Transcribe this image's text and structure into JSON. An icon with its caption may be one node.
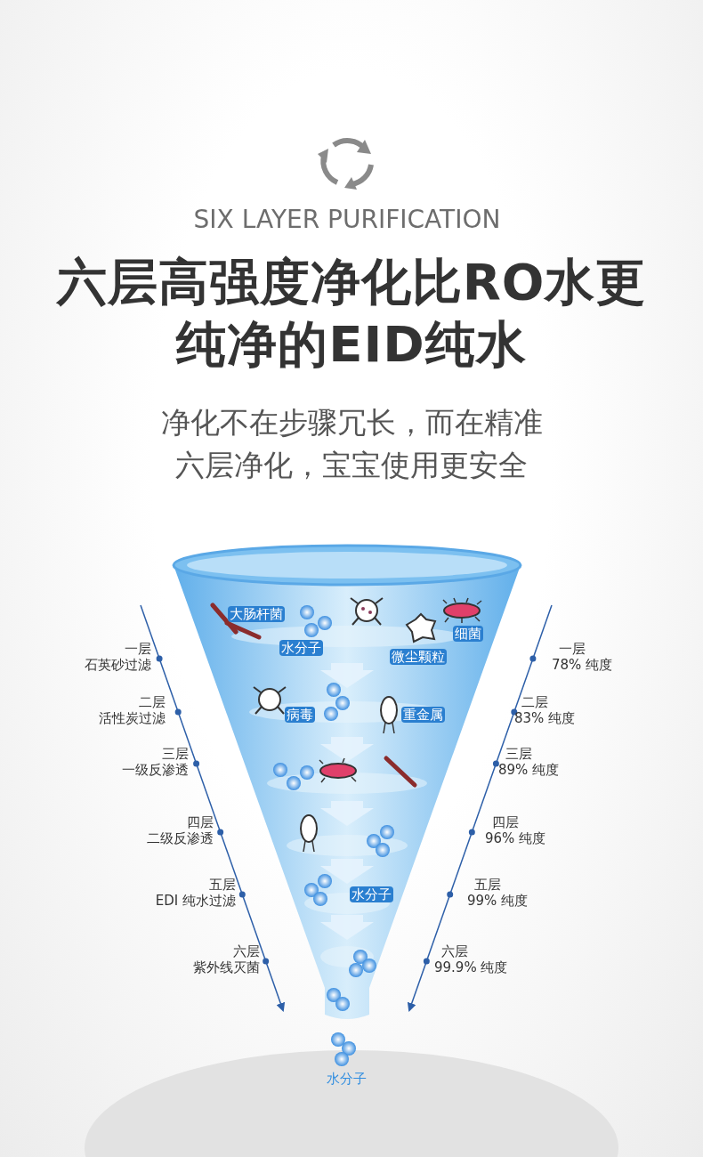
{
  "diagram": {
    "title": "六层高强度净化比RO水更纯净的EID纯水",
    "labels": [
      "SIX LAYER PURIFICATION",
      "净化不在步骤冗长，而在精准",
      "六层净化，宝宝使用更安全",
      "大肠杆菌",
      "细菌",
      "水分子",
      "微尘颗粒",
      "病毒",
      "重金属",
      "水分子",
      "水分子",
      "一层",
      "石英砂过滤",
      "一层",
      "78% 纯度",
      "二层",
      "活性炭过滤",
      "二层",
      "83% 纯度",
      "三层",
      "一级反渗透",
      "三层",
      "89% 纯度",
      "四层",
      "二级反渗透",
      "四层",
      "96% 纯度",
      "五层",
      "EDI 纯水过滤",
      "五层",
      "99% 纯度",
      "六层",
      "紫外线灭菌",
      "六层",
      "99.9% 纯度"
    ]
  }
}
